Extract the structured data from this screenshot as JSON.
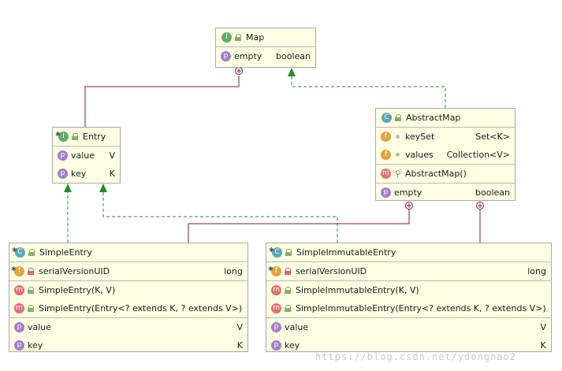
{
  "colors": {
    "node_fill": "#fefee3",
    "implements_arrow": "#2a8a2a",
    "nested_link": "#7d1f2a"
  },
  "nodes": {
    "map": {
      "kind": "I",
      "name": "Map",
      "rows": [
        {
          "kind": "p",
          "name": "empty",
          "type": "boolean"
        }
      ]
    },
    "entry": {
      "kind": "I",
      "name": "Entry",
      "rows": [
        {
          "kind": "p",
          "name": "value",
          "type": "V"
        },
        {
          "kind": "p",
          "name": "key",
          "type": "K"
        }
      ]
    },
    "abstract_map": {
      "kind": "C",
      "name": "AbstractMap",
      "rows": [
        {
          "kind": "f",
          "name": "keySet",
          "type": "Set<K>"
        },
        {
          "kind": "f",
          "name": "values",
          "type": "Collection<V>"
        },
        {
          "kind": "m",
          "name": "AbstractMap()",
          "type": ""
        },
        {
          "kind": "p",
          "name": "empty",
          "type": "boolean"
        }
      ]
    },
    "simple_entry": {
      "kind": "C",
      "name": "SimpleEntry",
      "rows": [
        {
          "kind": "f",
          "name": "serialVersionUID",
          "type": "long"
        },
        {
          "kind": "m",
          "name": "SimpleEntry(K, V)",
          "type": ""
        },
        {
          "kind": "m",
          "name": "SimpleEntry(Entry<? extends K, ? extends V>)",
          "type": ""
        },
        {
          "kind": "p",
          "name": "value",
          "type": "V"
        },
        {
          "kind": "p",
          "name": "key",
          "type": "K"
        }
      ]
    },
    "simple_immutable_entry": {
      "kind": "C",
      "name": "SimpleImmutableEntry",
      "rows": [
        {
          "kind": "f",
          "name": "serialVersionUID",
          "type": "long"
        },
        {
          "kind": "m",
          "name": "SimpleImmutableEntry(K, V)",
          "type": ""
        },
        {
          "kind": "m",
          "name": "SimpleImmutableEntry(Entry<? extends K, ? extends V>)",
          "type": ""
        },
        {
          "kind": "p",
          "name": "value",
          "type": "V"
        },
        {
          "kind": "p",
          "name": "key",
          "type": "K"
        }
      ]
    }
  },
  "watermark": "https://blog.csdn.net/ydonghao2"
}
